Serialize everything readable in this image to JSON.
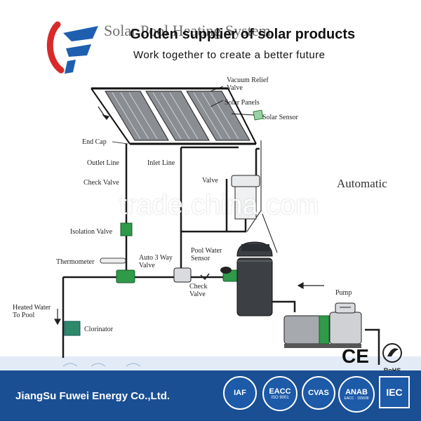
{
  "header": {
    "overlay_title": "Solar Pool Heating System",
    "title": "Golden supplier of solar products",
    "subtitle": "Work together to create a better future"
  },
  "diagram": {
    "labels": {
      "vacuum_relief": [
        "Vacuum Relief",
        "Valve"
      ],
      "solar_panels": "Solar Panels",
      "solar_sensor": "Solar Sensor",
      "end_cap": "End Cap",
      "outlet_line": "Outlet Line",
      "inlet_line": "Inlet Line",
      "check_valve_top": "Check Valve",
      "valve": "Valve",
      "isolation_valve": "Isolation Valve",
      "thermometer": "Thermometer",
      "auto_3way": [
        "Auto 3 Way",
        "Valve"
      ],
      "pool_water_sensor": [
        "Pool Water",
        "Sensor"
      ],
      "check_valve_bottom": [
        "Check",
        "Valve"
      ],
      "pump": "Pump",
      "heated_water": [
        "Heated Water",
        "To Pool"
      ],
      "clorinator": "Clorinator",
      "automatic": "Automatic"
    }
  },
  "watermark": "trade.china.com",
  "footer": {
    "company": "JiangSu Fuwei Energy Co.,Ltd.",
    "certs": [
      "IAF",
      "EACC",
      "CVAS",
      "ANAB",
      "IEC"
    ],
    "cert_sub": {
      "eacc": "ISO 9001",
      "anab": "EACC · 155608"
    },
    "top_marks": [
      "CE",
      "RoHS"
    ]
  },
  "colors": {
    "pipe": "#1a1a1a",
    "fitting": "#2e9a4a",
    "tank": "#3c3f44",
    "footer": "#1a4f93",
    "logo_red": "#d92a2a",
    "logo_blue": "#1f5fb0"
  }
}
